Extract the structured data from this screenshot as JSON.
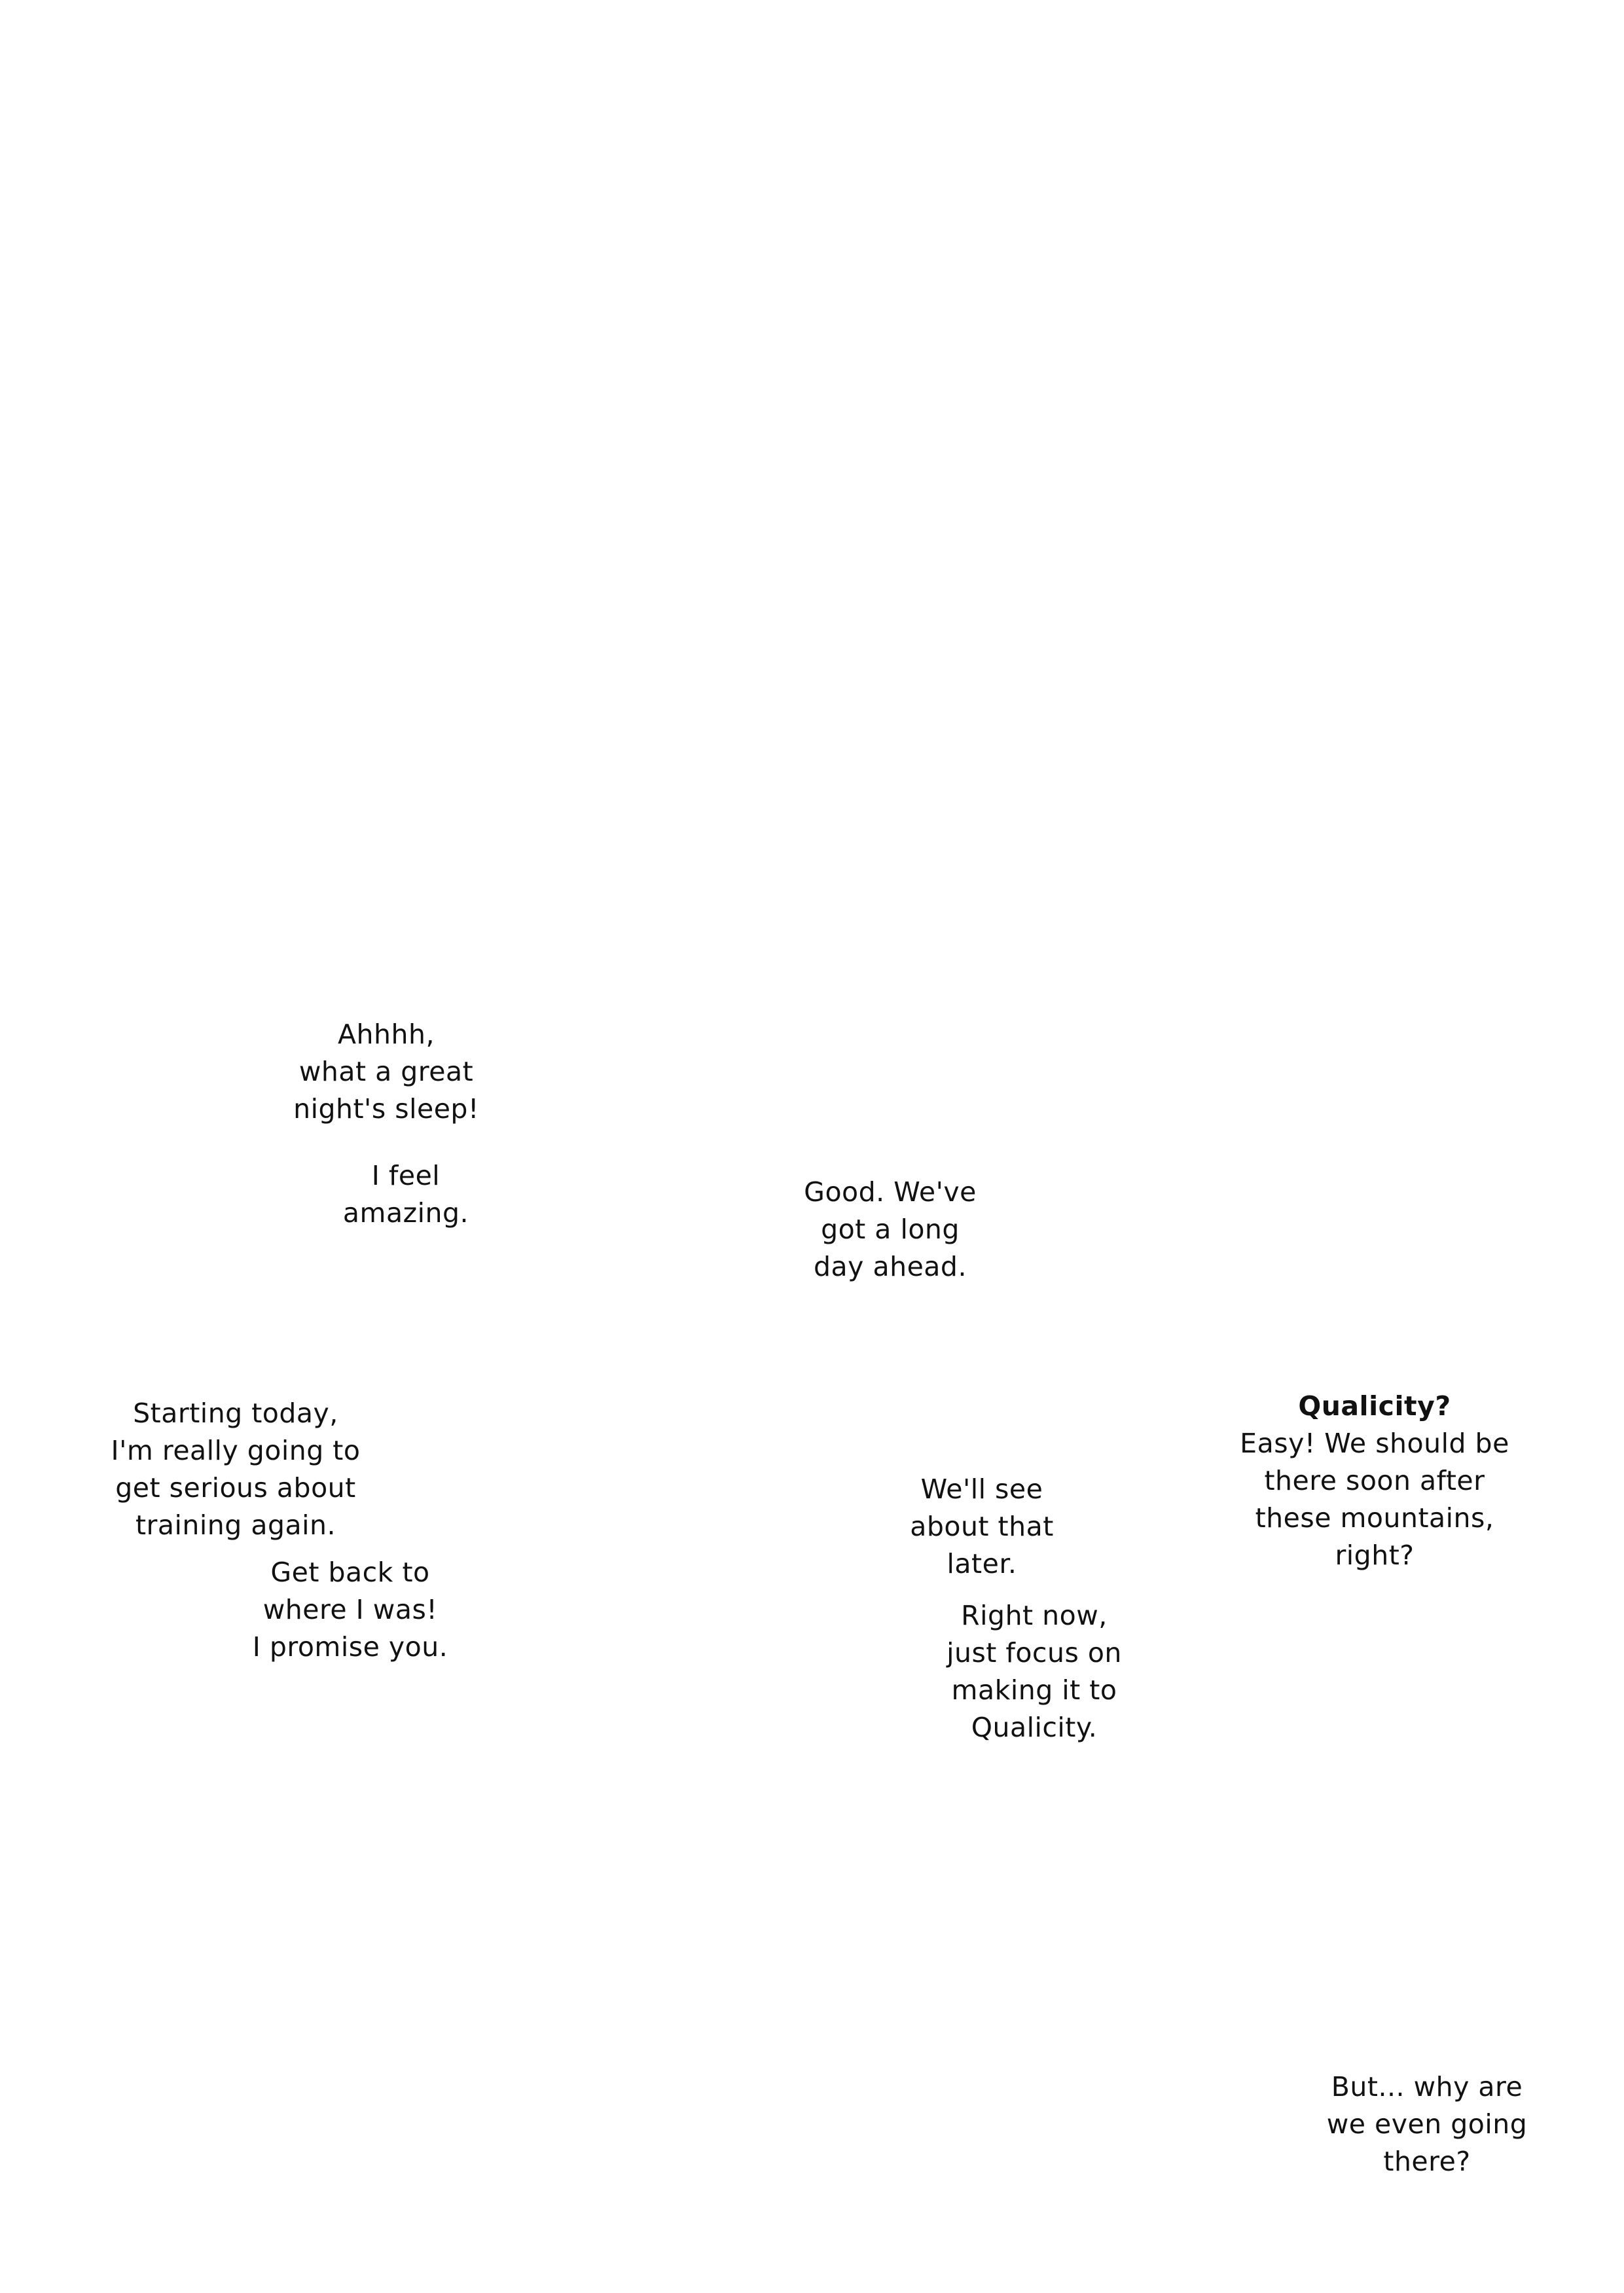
{
  "bubbles": [
    {
      "id": "b1",
      "lines": [
        "Ahhhh,",
        "what a great",
        "night's sleep!"
      ]
    },
    {
      "id": "b2",
      "lines": [
        "I feel",
        "amazing."
      ]
    },
    {
      "id": "b3",
      "lines": [
        "Good. We've",
        "got a long",
        "day ahead."
      ]
    },
    {
      "id": "b4",
      "lines": [
        "Starting today,",
        "I'm really going to",
        "get serious about",
        "training again."
      ]
    },
    {
      "id": "b5",
      "lines": [
        "Get back to",
        "where I was!",
        "I promise you."
      ]
    },
    {
      "id": "b6",
      "lines": [
        "Qualicity?",
        "Easy! We should be",
        "there soon after",
        "these mountains,",
        "right?"
      ]
    },
    {
      "id": "b7",
      "lines": [
        "We'll see",
        "about that",
        "later."
      ]
    },
    {
      "id": "b8",
      "lines": [
        "Right now,",
        "just focus on",
        "making it to",
        "Qualicity."
      ]
    },
    {
      "id": "b9",
      "lines": [
        "But... why are",
        "we even going",
        "there?"
      ]
    }
  ]
}
